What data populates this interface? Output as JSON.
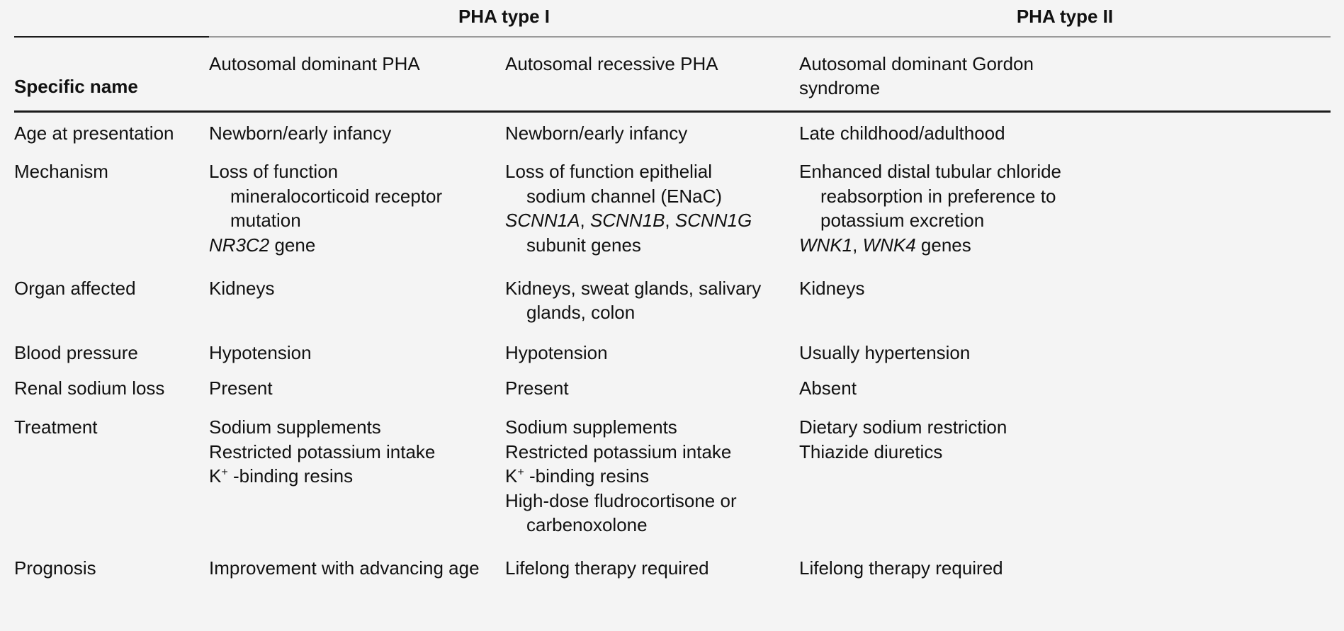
{
  "table": {
    "group_headers": {
      "blank": "",
      "type_i": "PHA type I",
      "type_ii": "PHA type II"
    },
    "column_header": {
      "row_label": "Specific name",
      "col_ad_pha": "Autosomal dominant PHA",
      "col_ar_pha": "Autosomal recessive PHA",
      "col_gordon_line1": "Autosomal dominant Gordon",
      "col_gordon_line2": "syndrome"
    },
    "rows": [
      {
        "label": "Age at presentation",
        "ad": [
          "Newborn/early infancy"
        ],
        "ar": [
          "Newborn/early infancy"
        ],
        "gordon": [
          "Late childhood/adulthood"
        ]
      },
      {
        "label": "Mechanism",
        "ad_l1": "Loss of function",
        "ad_l2": "mineralocorticoid receptor",
        "ad_l3": "mutation",
        "ad_gene": "NR3C2",
        "ad_gene_tail": " gene",
        "ar_l1": "Loss of function epithelial",
        "ar_l2": "sodium channel (ENaC)",
        "ar_gene1": "SCNN1A",
        "ar_gene_sep1": ", ",
        "ar_gene2": "SCNN1B",
        "ar_gene_sep2": ", ",
        "ar_gene3": "SCNN1G",
        "ar_l4": "subunit genes",
        "go_l1": "Enhanced distal tubular chloride",
        "go_l2": "reabsorption in preference to",
        "go_l3": "potassium excretion",
        "go_gene1": "WNK1",
        "go_gene_sep": ", ",
        "go_gene2": "WNK4",
        "go_gene_tail": " genes"
      },
      {
        "label": "Organ affected",
        "ad": [
          "Kidneys"
        ],
        "ar_l1": "Kidneys, sweat glands, salivary",
        "ar_l2": "glands, colon",
        "gordon": [
          "Kidneys"
        ]
      },
      {
        "label": "Blood pressure",
        "ad": [
          "Hypotension"
        ],
        "ar": [
          "Hypotension"
        ],
        "gordon": [
          "Usually hypertension"
        ]
      },
      {
        "label": "Renal sodium loss",
        "ad": [
          "Present"
        ],
        "ar": [
          "Present"
        ],
        "gordon": [
          "Absent"
        ]
      },
      {
        "label": "Treatment",
        "ad_l1": "Sodium supplements",
        "ad_l2": "Restricted potassium intake",
        "ad_k": "K",
        "ad_k_sup": "+",
        "ad_k_tail": " -binding resins",
        "ar_l1": "Sodium supplements",
        "ar_l2": "Restricted potassium intake",
        "ar_k": "K",
        "ar_k_sup": "+",
        "ar_k_tail": " -binding resins",
        "ar_l4a": "High-dose fludrocortisone or",
        "ar_l4b": "carbenoxolone",
        "go_l1": "Dietary sodium restriction",
        "go_l2": "Thiazide diuretics"
      },
      {
        "label": "Prognosis",
        "ad": [
          "Improvement with advancing age"
        ],
        "ar": [
          "Lifelong therapy required"
        ],
        "gordon": [
          "Lifelong therapy required"
        ]
      }
    ]
  },
  "colors": {
    "background": "#f4f4f4",
    "text": "#111111",
    "rule_dark": "#1b1b1b",
    "rule_light": "#9a9a9a"
  }
}
